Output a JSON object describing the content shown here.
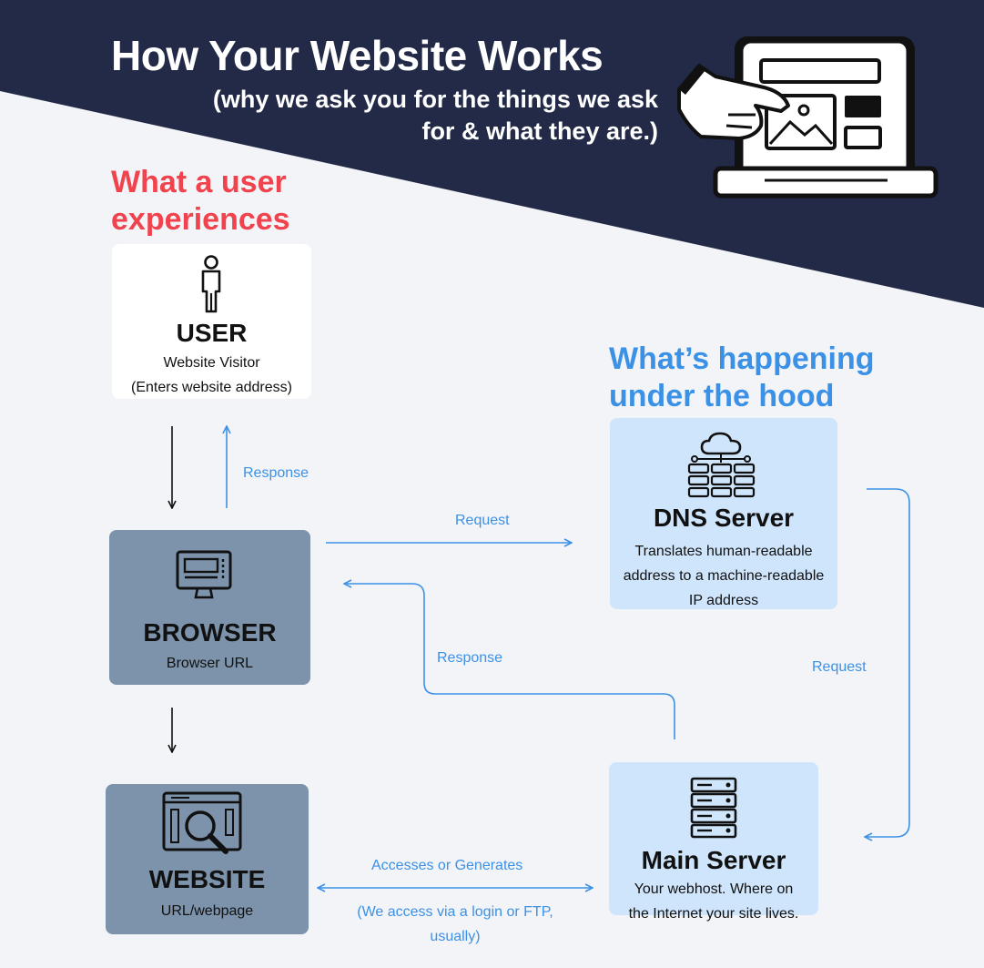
{
  "header": {
    "title": "How Your Website Works",
    "subtitle_line1": "(why we ask you for the things we ask",
    "subtitle_line2": "for & what they are.)"
  },
  "sections": {
    "user_side_line1": "What a user",
    "user_side_line2": "experiences",
    "server_side_line1": "What’s happening",
    "server_side_line2": "under the hood"
  },
  "nodes": {
    "user": {
      "title": "USER",
      "desc_line1": "Website Visitor",
      "desc_line2": "(Enters website address)"
    },
    "browser": {
      "title": "BROWSER",
      "desc_line1": "Browser URL"
    },
    "website": {
      "title": "WEBSITE",
      "desc_line1": "URL/webpage"
    },
    "dns": {
      "title": "DNS Server",
      "desc_line1": "Translates human-readable",
      "desc_line2": "address to a machine-readable",
      "desc_line3": "IP address"
    },
    "main_server": {
      "title": "Main Server",
      "desc_line1": "Your webhost. Where on",
      "desc_line2": "the Internet your site lives."
    }
  },
  "flows": {
    "browser_to_user_response": "Response",
    "browser_to_dns_request": "Request",
    "server_to_browser_response": "Response",
    "dns_to_server_request": "Request",
    "website_server_access": "Accesses or Generates",
    "website_server_note_line1": "(We access via a login or FTP,",
    "website_server_note_line2": "usually)"
  },
  "colors": {
    "header_navy": "#222a47",
    "accent_red": "#f0434d",
    "accent_blue": "#3b91e6",
    "card_gray": "#7c93ab",
    "card_light_blue": "#cfe5fb",
    "background": "#f3f4f8"
  },
  "icons": [
    "person-icon",
    "computer-monitor-icon",
    "website-search-icon",
    "cloud-server-icon",
    "server-rack-icon",
    "laptop-pointing-hand-illustration"
  ]
}
